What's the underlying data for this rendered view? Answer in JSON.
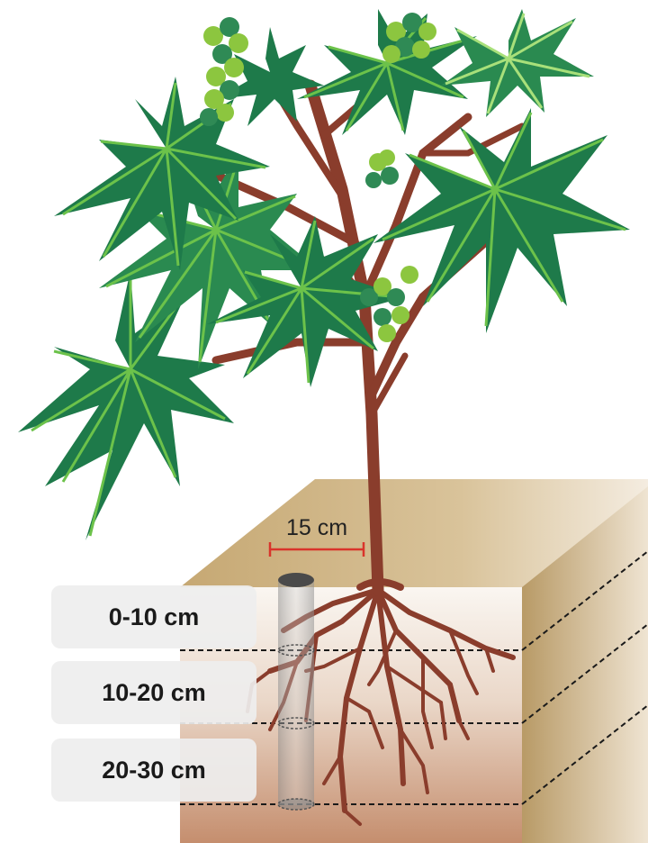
{
  "diagram": {
    "spacing_label": "15 cm",
    "depth_layers": [
      {
        "label": "0-10 cm"
      },
      {
        "label": "10-20 cm"
      },
      {
        "label": "20-30 cm"
      }
    ]
  },
  "colors": {
    "leaf_dark": "#1e7a4a",
    "leaf_light": "#6cc24a",
    "stem": "#8a3d2c",
    "fruit": "#8cc63f",
    "fruit_dark": "#2f8a55",
    "soil_top": "#c9ad7a",
    "soil_side": "#b89a66",
    "soil_front_top": "#f7f1ea",
    "soil_front_bottom": "#c9977a",
    "scale_bar": "#d9342b",
    "sampler": "#888888"
  }
}
